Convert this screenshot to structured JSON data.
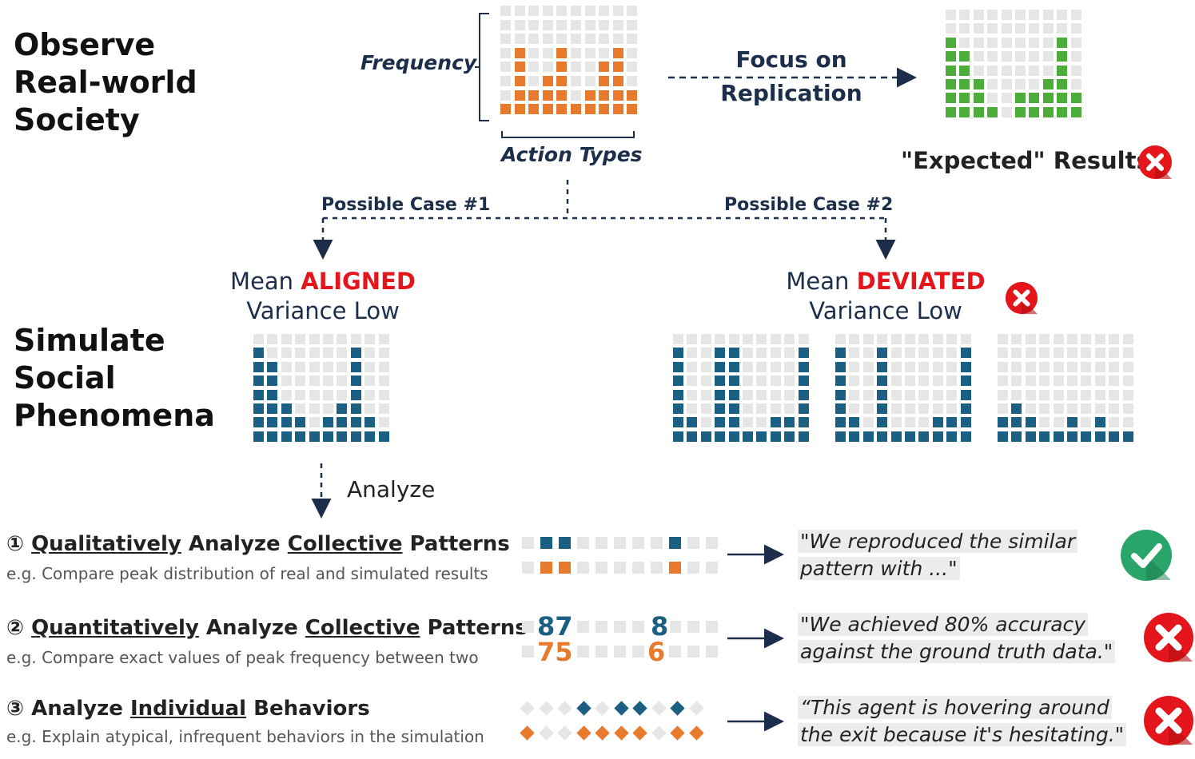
{
  "sections": {
    "observe": [
      "Observe",
      "Real-world",
      "Society"
    ],
    "simulate": [
      "Simulate",
      "Social",
      "Phenomena"
    ]
  },
  "top": {
    "frequency_label": "Frequency",
    "action_types_label": "Action Types",
    "focus_label_1": "Focus on",
    "focus_label_2": "Replication",
    "expected_label": "\"Expected\" Results"
  },
  "cases": {
    "case1_label": "Possible Case #1",
    "case2_label": "Possible Case #2",
    "case1_prefix": "Mean ",
    "case1_highlight": "ALIGNED",
    "case1_line2": "Variance Low",
    "case2_prefix": "Mean ",
    "case2_highlight": "DEVIATED",
    "case2_line2": "Variance Low"
  },
  "analyze_label": "Analyze",
  "analyses": [
    {
      "num": "①",
      "h_a": "Qualitatively",
      "h_b": " Analyze ",
      "h_c": "Collective",
      "h_d": " Patterns",
      "example": "e.g. Compare peak distribution of real and simulated results",
      "quote_1": "\"We reproduced the similar",
      "quote_2": "pattern with ...\""
    },
    {
      "num": "②",
      "h_a": "Quantitatively",
      "h_b": " Analyze ",
      "h_c": "Collective",
      "h_d": " Patterns",
      "example": "e.g. Compare exact values of peak frequency between two",
      "quote_1": "\"We achieved 80% accuracy",
      "quote_2": "against the ground truth data.\"",
      "values_top": [
        "87",
        "8"
      ],
      "values_bottom": [
        "75",
        "6"
      ]
    },
    {
      "num": "③",
      "h_a": " Analyze ",
      "h_b": "Individual",
      "h_c": " Behaviors",
      "example": "e.g. Explain atypical, infrequent behaviors in the simulation",
      "quote_1": "“This agent is hovering around",
      "quote_2": "the exit because it's hesitating.\""
    }
  ],
  "colors": {
    "orange": "#e87a2e",
    "green": "#4cad3a",
    "blue": "#1b5f82",
    "empty": "#e6e6e6",
    "navy": "#1c2e4a",
    "red": "#e4161b",
    "check": "#2aa56a"
  },
  "grids": {
    "observed": [
      1,
      5,
      2,
      3,
      5,
      1,
      2,
      4,
      5,
      2
    ],
    "expected": [
      6,
      5,
      3,
      1,
      0,
      2,
      2,
      3,
      6,
      2
    ],
    "aligned": [
      7,
      6,
      3,
      2,
      1,
      2,
      3,
      7,
      2,
      1
    ],
    "deviated1": [
      7,
      2,
      1,
      7,
      7,
      1,
      1,
      2,
      2,
      7
    ],
    "deviated2": [
      7,
      2,
      1,
      7,
      1,
      1,
      1,
      2,
      2,
      7
    ],
    "deviated3": [
      2,
      3,
      2,
      1,
      1,
      2,
      1,
      2,
      1,
      1
    ]
  },
  "pattern_rows": {
    "top": [
      0,
      1,
      1,
      0,
      0,
      0,
      0,
      0,
      1,
      0,
      0
    ],
    "bottom": [
      0,
      1,
      1,
      0,
      0,
      0,
      0,
      0,
      1,
      0,
      0
    ]
  },
  "diamond_rows": {
    "top": [
      0,
      0,
      0,
      1,
      0,
      1,
      1,
      0,
      1,
      0
    ],
    "bottom": [
      1,
      0,
      0,
      1,
      1,
      1,
      1,
      0,
      1,
      1
    ]
  }
}
